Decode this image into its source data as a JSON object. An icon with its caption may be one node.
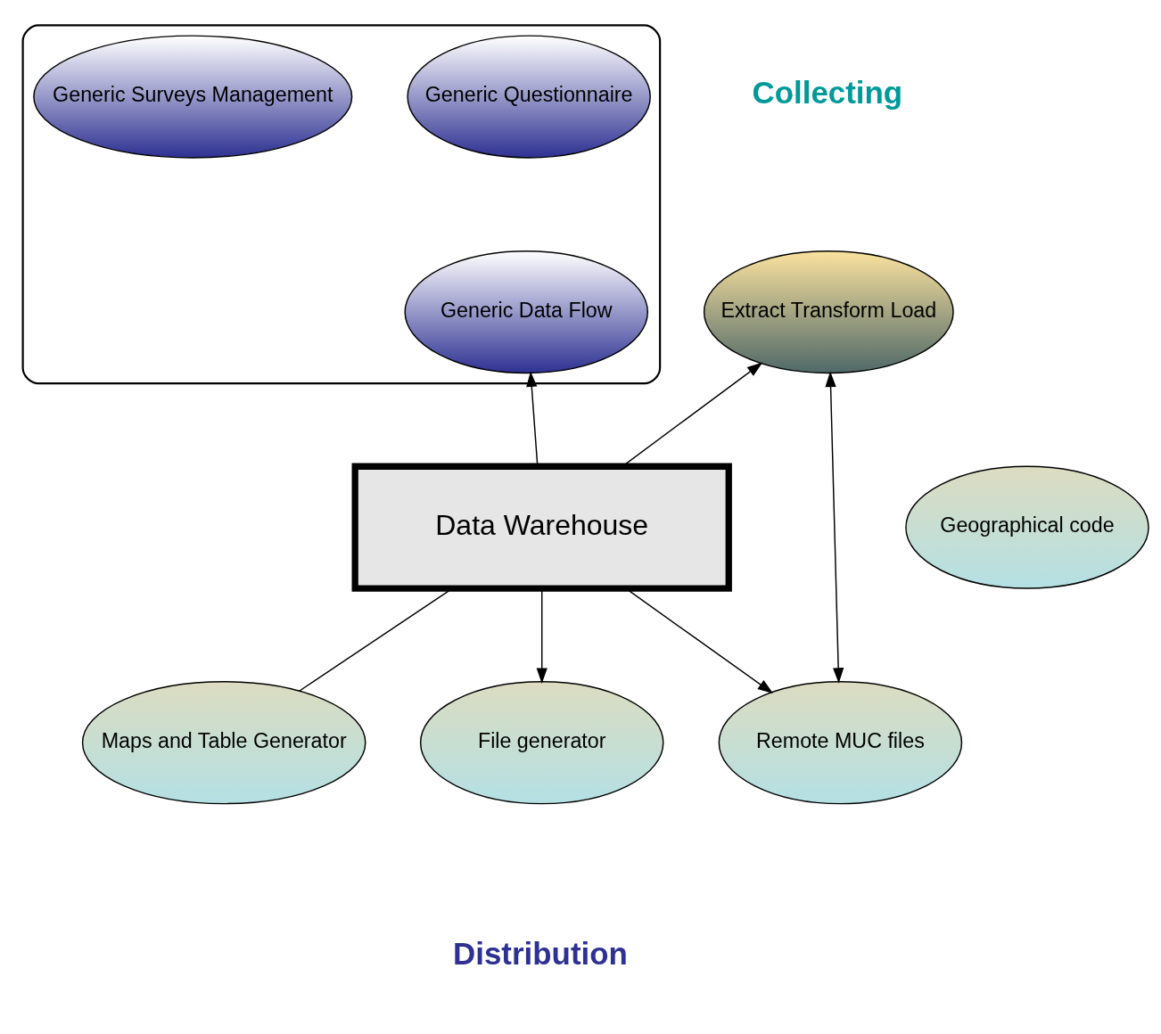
{
  "diagram": {
    "nodes": [
      {
        "text": [],
        "shape": "ellipse"
      },
      {
        "text": [
          "Generic Questionnaire"
        ],
        "in": 0
      },
      {
        "text": [
          "Generic Surveys Management"
        ],
        "in": 0
      },
      {
        "text": [
          "Generic Data Flow"
        ],
        "in": 0
      },
      {
        "text": [
          "Extract Transform Load"
        ]
      },
      {
        "text": [
          "Data Warehouse"
        ]
      },
      {
        "text": [
          "Geographical code"
        ]
      },
      {
        "text": [
          "Maps and Table Generator"
        ]
      },
      {
        "text": [
          "File generator"
        ]
      },
      {
        "text": [
          "Remote MUC files"
        ]
      }
    ],
    "edges": [
      {
        "from": 5,
        "to": 0,
        "arrow": "to"
      },
      {
        "from": 5,
        "to": 4,
        "arrow": "to"
      },
      {
        "from": 5,
        "to": 7,
        "arrow": "none"
      },
      {
        "from": 5,
        "to": 8,
        "arrow": "to"
      },
      {
        "from": 5,
        "to": 9,
        "arrow": "to"
      },
      {
        "from": 4,
        "to": 9,
        "arrow": "both"
      }
    ],
    "labels": [
      "Collecting",
      "Distribution"
    ]
  }
}
